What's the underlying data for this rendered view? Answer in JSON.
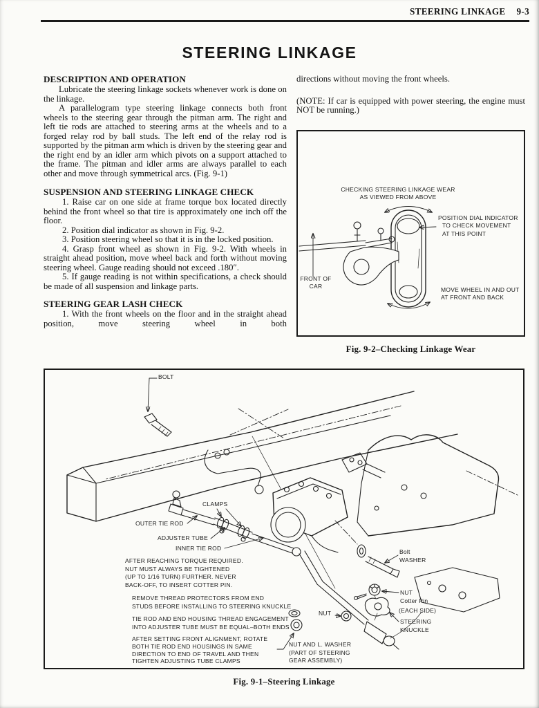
{
  "header": {
    "section": "STEERING LINKAGE",
    "page_number": "9-3"
  },
  "title": "STEERING LINKAGE",
  "left_column": {
    "heading1": "DESCRIPTION AND OPERATION",
    "para1": "Lubricate the steering linkage sockets whenever work is done on the linkage.",
    "para2": "A parallelogram type steering linkage connects both front wheels to the steering gear through the pitman arm. The right and left tie rods are attached to steering arms at the wheels and to a forged relay rod by ball studs. The left end of the relay rod is supported by the pitman arm which is driven by the steering gear and the right end by an idler arm which pivots on a support attached to the frame. The pitman and idler arms are always parallel to each other and move through symmetrical arcs. (Fig. 9-1)",
    "heading2": "SUSPENSION AND STEERING LINKAGE CHECK",
    "steps": [
      "1. Raise car on one side at frame torque box located directly behind the front wheel so that tire is approximately one inch off the floor.",
      "2. Position dial indicator as shown in Fig. 9-2.",
      "3. Position steering wheel so that it is in the locked position.",
      "4. Grasp front wheel as shown in Fig. 9-2. With wheels in straight ahead position, move wheel back and forth without moving steering wheel. Gauge reading should not exceed .180″.",
      "5. If gauge reading is not within specifications, a check should be made of all suspension and linkage parts."
    ],
    "heading3": "STEERING GEAR LASH CHECK",
    "para3": "1. With the front wheels on the floor and in the straight ahead position, move steering wheel in both"
  },
  "right_column": {
    "continuation": "directions without moving the front wheels.",
    "note": "(NOTE: If car is equipped with power steering, the engine must NOT be running.)"
  },
  "fig92": {
    "caption": "Fig. 9-2–Checking Linkage Wear",
    "labels": {
      "heading_line1": "CHECKING STEERING LINKAGE WEAR",
      "heading_line2": "AS VIEWED FROM ABOVE",
      "dial_line1": "POSITION DIAL INDICATOR",
      "dial_line2": "TO CHECK MOVEMENT",
      "dial_line3": "AT THIS POINT",
      "front_line1": "FRONT OF",
      "front_line2": "CAR",
      "move_line1": "MOVE WHEEL IN AND OUT",
      "move_line2": "AT FRONT AND BACK"
    }
  },
  "fig91": {
    "caption": "Fig. 9-1–Steering Linkage",
    "labels": {
      "bolt": "BOLT",
      "clamps": "CLAMPS",
      "outer_tie_rod": "OUTER TIE ROD",
      "adjuster_tube": "ADJUSTER TUBE",
      "inner_tie_rod": "INNER TIE ROD",
      "bolt2": "Bolt",
      "washer": "WASHER",
      "nut_upper": "NUT",
      "cotter_pin": "Cotter Pin",
      "each_side": "(EACH SIDE)",
      "steering_knuckle_line1": "STEERING",
      "steering_knuckle_line2": "KNUCKLE",
      "nut_left": "NUT",
      "gear_nut_line1": "NUT AND L. WASHER",
      "gear_nut_line2": "(PART OF STEERING",
      "gear_nut_line3": "GEAR ASSEMBLY)"
    },
    "notes": {
      "torque": [
        "AFTER REACHING TORQUE REQUIRED.",
        "NUT MUST ALWAYS BE TIGHTENED",
        "(UP TO 1/16 TURN) FURTHER. NEVER",
        "BACK-OFF, TO INSERT COTTER PIN."
      ],
      "protectors": [
        "REMOVE THREAD PROTECTORS FROM END",
        "STUDS BEFORE INSTALLING TO STEERING KNUCKLE"
      ],
      "engagement": [
        "TIE ROD AND END HOUSING THREAD ENGAGEMENT",
        "INTO ADJUSTER TUBE MUST BE EQUAL–BOTH ENDS"
      ],
      "alignment": [
        "AFTER SETTING FRONT ALIGNMENT, ROTATE",
        "BOTH TIE ROD END HOUSINGS IN SAME",
        "DIRECTION TO END OF TRAVEL AND THEN",
        "TIGHTEN ADJUSTING TUBE CLAMPS"
      ]
    }
  }
}
